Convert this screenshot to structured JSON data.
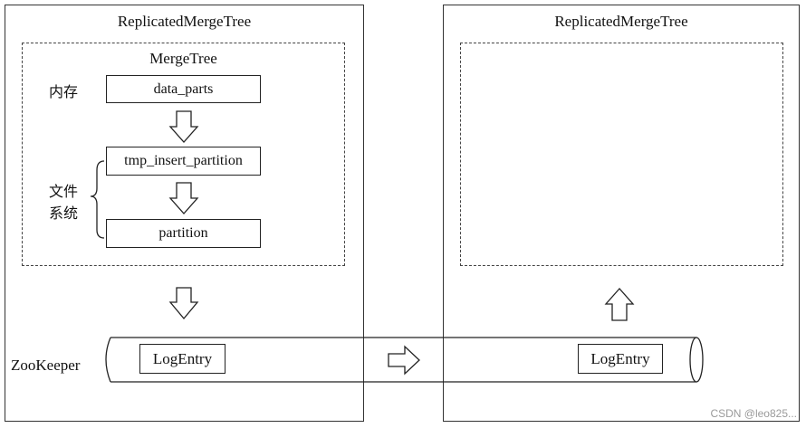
{
  "left_panel": {
    "title": "ReplicatedMergeTree",
    "mergetree": {
      "title": "MergeTree",
      "memory_label": "内存",
      "filesystem_label_line1": "文件",
      "filesystem_label_line2": "系统",
      "boxes": [
        "data_parts",
        "tmp_insert_partition",
        "partition"
      ]
    }
  },
  "right_panel": {
    "title": "ReplicatedMergeTree"
  },
  "zookeeper": {
    "label": "ZooKeeper",
    "log_entry_left": "LogEntry",
    "log_entry_right": "LogEntry"
  },
  "watermark": "CSDN @leo825..."
}
